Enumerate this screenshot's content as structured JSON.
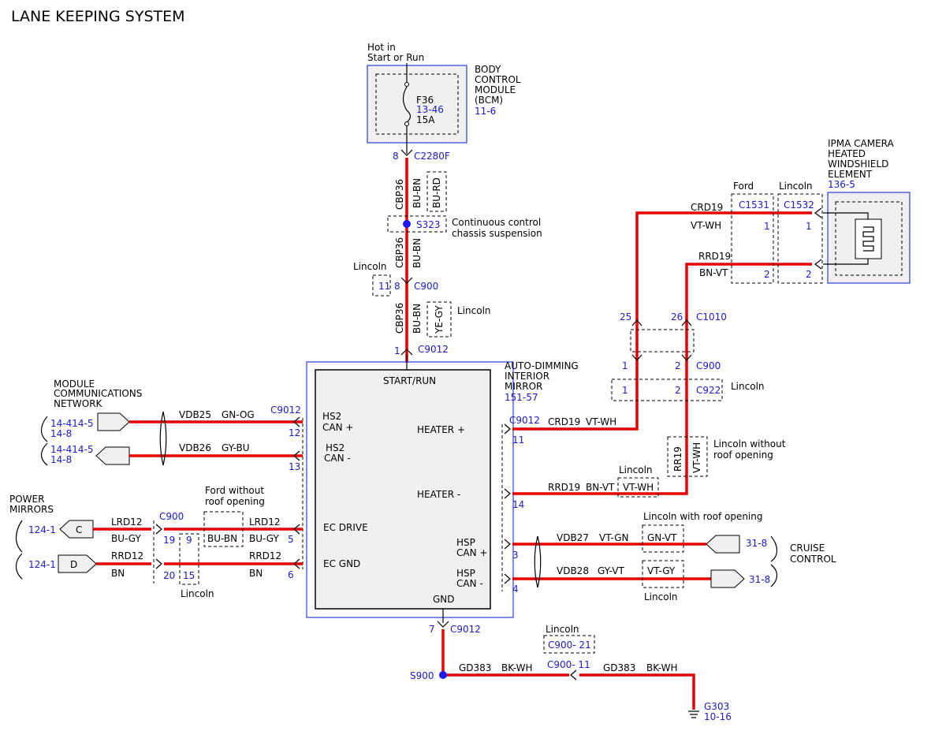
{
  "title": "LANE KEEPING SYSTEM",
  "bcm": {
    "hot": "Hot in",
    "hot2": "Start or Run",
    "name1": "BODY",
    "name2": "CONTROL",
    "name3": "MODULE",
    "name4": "(BCM)",
    "ref": "11-6",
    "fuse": "F36",
    "fuse_ref": "13-46",
    "fuse_amp": "15A"
  },
  "top_wire": {
    "pin8": "8",
    "c2280f": "C2280F",
    "circuit": "CBP36",
    "color": "BU-BN",
    "alt_color": "BU-RD",
    "splice": "S323",
    "splice_note1": "Continuous control",
    "splice_note2": "chassis suspension",
    "circuit2": "CBP36",
    "color2": "BU-BN",
    "lincoln": "Lincoln",
    "pin11": "11",
    "pin8b": "8",
    "c900": "C900",
    "circuit3": "CBP36",
    "color3": "BU-BN",
    "alt_color3": "YE-GY",
    "lincoln3": "Lincoln",
    "pin1": "1",
    "c9012": "C9012"
  },
  "mirror": {
    "name1": "AUTO-DIMMING",
    "name2": "INTERIOR",
    "name3": "MIRROR",
    "ref": "151-57",
    "start_run": "START/RUN",
    "hs2p1": "HS2",
    "hs2p2": "CAN +",
    "hs2m1": "HS2",
    "hs2m2": "CAN -",
    "ec_drive": "EC DRIVE",
    "ec_gnd": "EC GND",
    "heater_p": "HEATER +",
    "heater_m": "HEATER -",
    "hspp1": "HSP",
    "hspp2": "CAN +",
    "hspm1": "HSP",
    "hspm2": "CAN -",
    "gnd": "GND"
  },
  "network": {
    "label1": "MODULE",
    "label2": "COMMUNICATIONS",
    "label3": "NETWORK",
    "ref_a1": "14-414-5",
    "ref_a2": "14-8",
    "ref_b1": "14-414-5",
    "ref_b2": "14-8",
    "vdb25": "VDB25",
    "gnog": "GN-OG",
    "vdb26": "VDB26",
    "gybu": "GY-BU",
    "c9012": "C9012",
    "pin12": "12",
    "pin13": "13"
  },
  "power_mirrors": {
    "label1": "POWER",
    "label2": "MIRRORS",
    "ref1": "124-1",
    "ref2": "124-1",
    "connC": "C",
    "connD": "D",
    "lrd12a": "LRD12",
    "bugya": "BU-GY",
    "rrd12a": "RRD12",
    "bna": "BN",
    "c900": "C900",
    "p19": "19",
    "p9": "9",
    "p20": "20",
    "p15": "15",
    "lincoln": "Lincoln",
    "ford1": "Ford without",
    "ford2": "roof opening",
    "bubn": "BU-BN",
    "lrd12b": "LRD12",
    "bugyb": "BU-GY",
    "rrd12b": "RRD12",
    "bnb": "BN",
    "p5": "5",
    "p6": "6"
  },
  "heater": {
    "c9012": "C9012",
    "p11": "11",
    "crd19a": "CRD19",
    "vtwha": "VT-WH",
    "p14": "14",
    "rrd19a": "RRD19",
    "bnvta": "BN-VT",
    "lincoln_a": "Lincoln",
    "vtwh_alt": "VT-WH",
    "rr19": "RR19",
    "vtwh_v": "VT-WH",
    "lincoln_wo1": "Lincoln without",
    "lincoln_wo2": "roof opening",
    "p25": "25",
    "p26": "26",
    "c1010": "C1010",
    "p1a": "1",
    "p2a": "2",
    "c900": "C900",
    "p1b": "1",
    "p2b": "2",
    "c922": "C922",
    "lincoln_c922": "Lincoln",
    "crd19b": "CRD19",
    "vtwhb": "VT-WH",
    "rrd19b": "RRD19",
    "bnvtb": "BN-VT",
    "ford": "Ford",
    "lincoln": "Lincoln",
    "c1531": "C1531",
    "c1532": "C1532",
    "f1": "1",
    "l1": "1",
    "f2": "2",
    "l2": "2",
    "ipma1": "IPMA CAMERA",
    "ipma2": "HEATED",
    "ipma3": "WINDSHIELD",
    "ipma4": "ELEMENT",
    "ipma_ref": "136-5"
  },
  "cruise": {
    "lincoln_roof": "Lincoln with roof opening",
    "p3": "3",
    "vdb27": "VDB27",
    "vtgn": "VT-GN",
    "gnvt": "GN-VT",
    "ref1": "31-8",
    "p4": "4",
    "vdb28": "VDB28",
    "gyvt": "GY-VT",
    "vtgy": "VT-GY",
    "ref2": "31-8",
    "lincoln": "Lincoln",
    "label1": "CRUISE",
    "label2": "CONTROL"
  },
  "ground": {
    "p7": "7",
    "c9012": "C9012",
    "s900": "S900",
    "gd383a": "GD383",
    "bkwha": "BK-WH",
    "lincoln": "Lincoln",
    "c900_21": "C900- 21",
    "c900_11": "C900- 11",
    "gd383b": "GD383",
    "bkwhb": "BK-WH",
    "g303": "G303",
    "g303_ref": "10-16"
  }
}
